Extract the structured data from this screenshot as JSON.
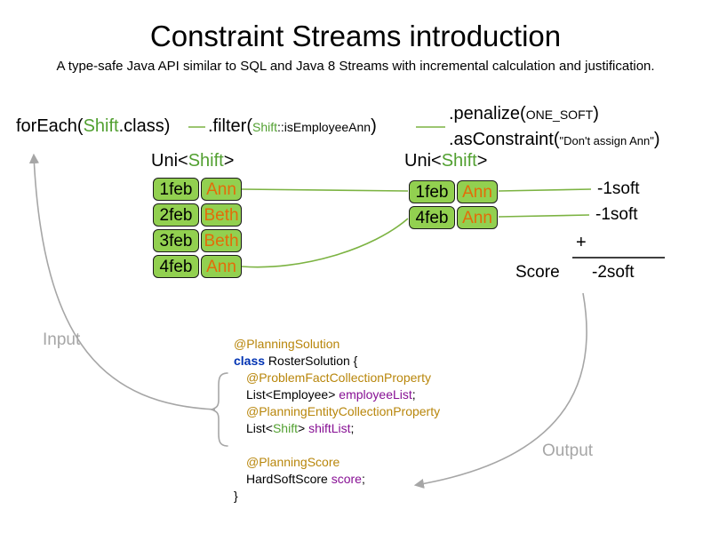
{
  "header": {
    "title": "Constraint Streams introduction",
    "subtitle": "A type-safe Java API similar to SQL and Java 8 Streams with incremental calculation and justification."
  },
  "colors": {
    "shift_green": "#52a031",
    "box_green": "#92d050",
    "name_orange": "#e36c09",
    "annotation_orange": "#b8860b",
    "keyword_blue": "#0033b3",
    "field_purple": "#871094",
    "gray": "#a6a6a6",
    "line_green": "#7cb342"
  },
  "stream": {
    "foreach": {
      "pre": "forEach(",
      "shift": "Shift",
      "post": ".class)"
    },
    "filter": {
      "pre": ".filter(",
      "shift": "Shift",
      "rest": "::isEmployeeAnn",
      "post": ")"
    },
    "penalize": {
      "pre": ".penalize(",
      "arg": "ONE_SOFT",
      "post": ")"
    },
    "asconstraint": {
      "pre": ".asConstraint(",
      "arg": "\"Don't assign Ann\"",
      "post": ")"
    }
  },
  "left_table": {
    "label_pre": "Uni<",
    "label_shift": "Shift",
    "label_post": ">",
    "rows": [
      {
        "date": "1feb",
        "name": "Ann"
      },
      {
        "date": "2feb",
        "name": "Beth"
      },
      {
        "date": "3feb",
        "name": "Beth"
      },
      {
        "date": "4feb",
        "name": "Ann"
      }
    ]
  },
  "right_table": {
    "label_pre": "Uni<",
    "label_shift": "Shift",
    "label_post": ">",
    "rows": [
      {
        "date": "1feb",
        "name": "Ann"
      },
      {
        "date": "4feb",
        "name": "Ann"
      }
    ]
  },
  "results": {
    "row_scores": [
      "-1soft",
      "-1soft"
    ],
    "plus": "+",
    "score_label": "Score",
    "total": "-2soft"
  },
  "labels": {
    "input": "Input",
    "output": "Output"
  },
  "code": {
    "ann_solution": "@PlanningSolution",
    "kw_class": "class",
    "class_rest": " RosterSolution {",
    "ann_problemfact": "@ProblemFactCollectionProperty",
    "employee_type": "List<Employee> ",
    "employee_field": "employeeList",
    "semi1": ";",
    "ann_planningentity": "@PlanningEntityCollectionProperty",
    "shift_type_pre": "List<",
    "shift_type_green": "Shift",
    "shift_type_post": "> ",
    "shift_field": "shiftList",
    "semi2": ";",
    "ann_score": "@PlanningScore",
    "score_type": "HardSoftScore ",
    "score_field": "score",
    "semi3": ";",
    "closing_brace": "}"
  }
}
